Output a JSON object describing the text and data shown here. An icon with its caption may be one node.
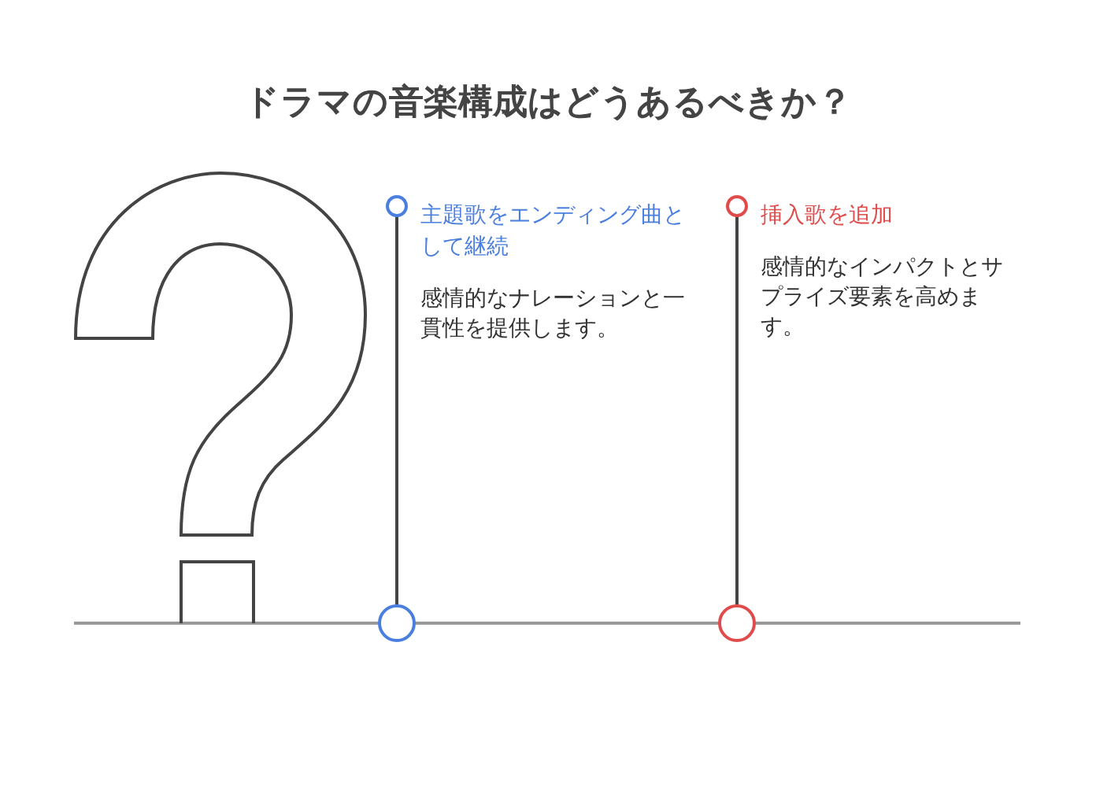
{
  "diagram": {
    "title": "ドラマの音楽構成はどうあるべきか？",
    "nodes": [
      {
        "text": [
          "主題歌をエンディング曲として継続",
          "感情的なナレーションと一貫性を提供します。"
        ]
      },
      {
        "text": [
          "挿入歌を追加",
          "感情的なインパクトとサプライズ要素を高めます。"
        ]
      }
    ],
    "edges": []
  }
}
